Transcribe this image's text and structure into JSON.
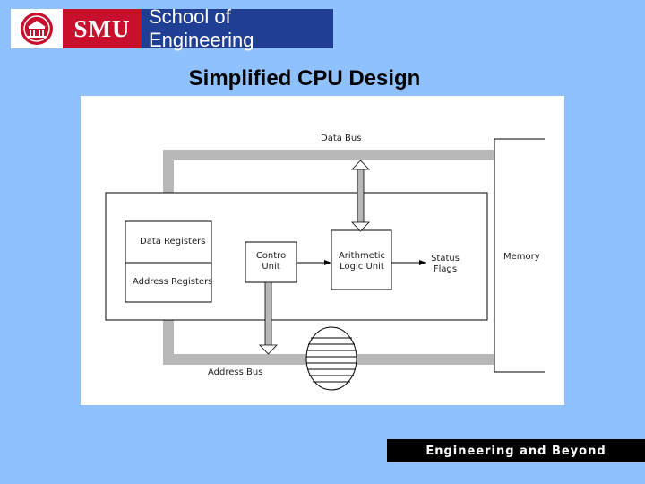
{
  "header": {
    "logo_smu": "SMU",
    "logo_school": "School of Engineering"
  },
  "slide": {
    "title": "Simplified CPU Design"
  },
  "diagram": {
    "data_bus": "Data Bus",
    "data_registers": "Data Registers",
    "address_registers": "Address Registers",
    "control_unit_line1": "Contro",
    "control_unit_line2": "Unit",
    "alu_line1": "Arithmetic",
    "alu_line2": "Logic Unit",
    "status_line1": "Status",
    "status_line2": "Flags",
    "memory": "Memory",
    "address_bus": "Address Bus"
  },
  "footer": {
    "tagline": "Engineering and Beyond"
  },
  "colors": {
    "background": "#8fc1ff",
    "smu_red": "#c8102e",
    "school_blue": "#1f3f95",
    "bus_gray": "#b8b8b8"
  }
}
